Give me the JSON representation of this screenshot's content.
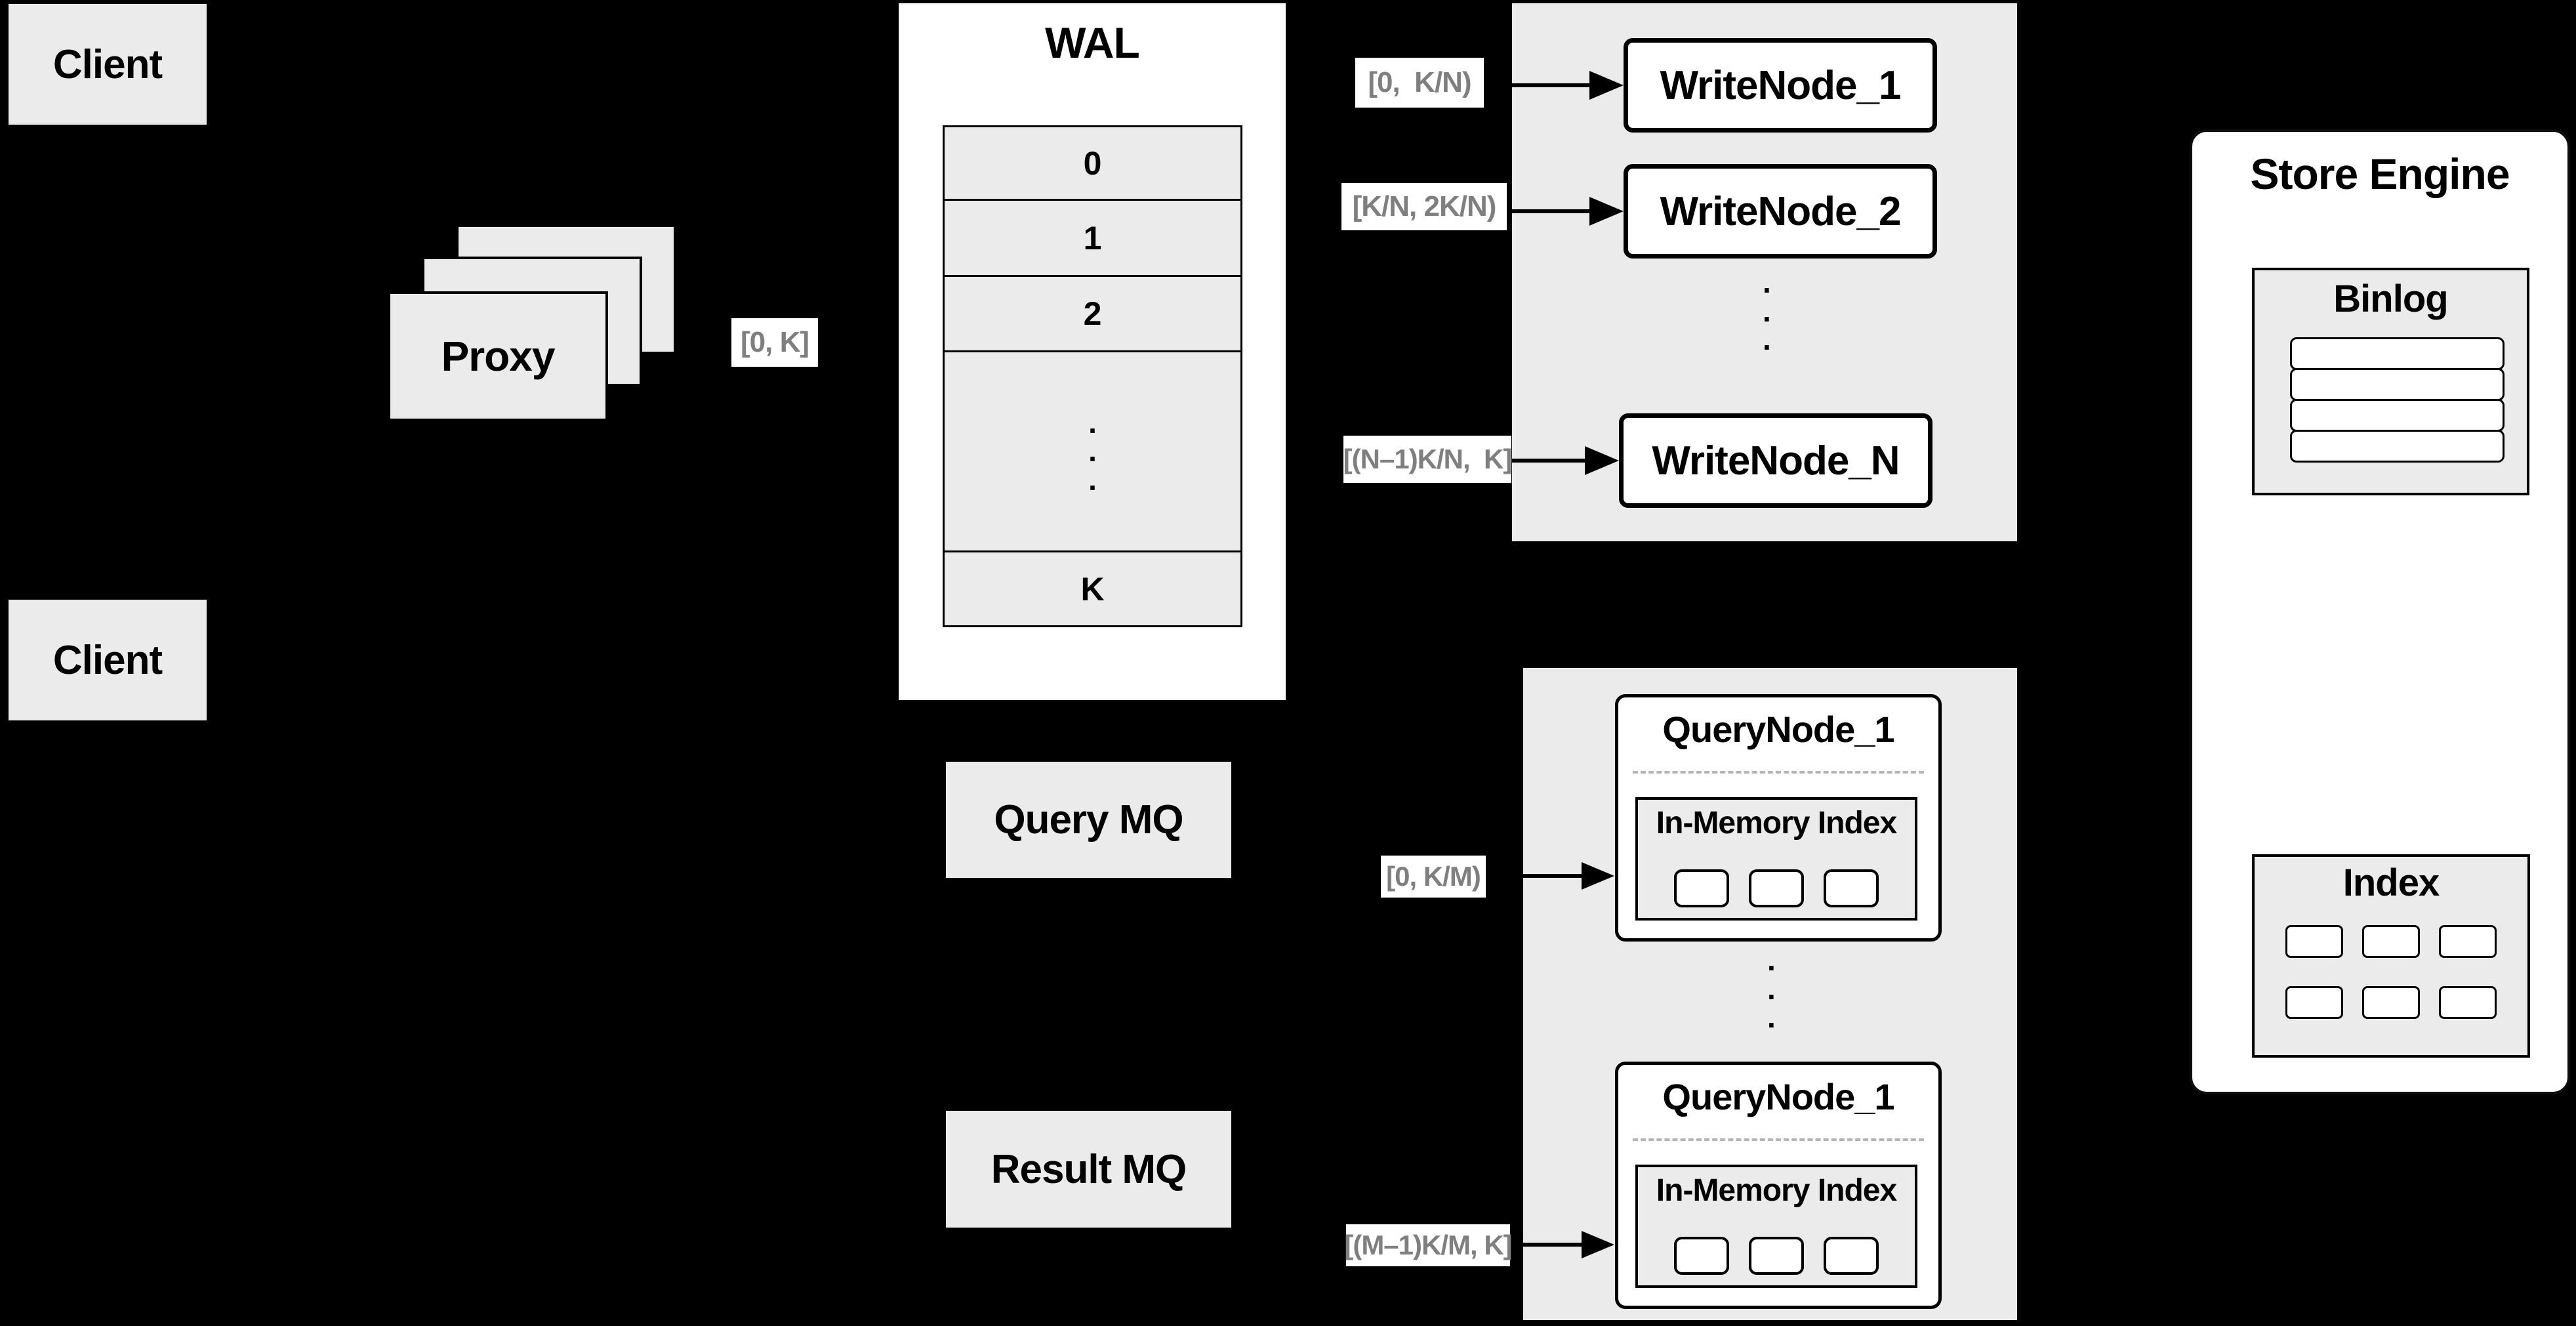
{
  "colors": {
    "background": "#000000",
    "panel_gray": "#ebebeb",
    "box_white": "#ffffff",
    "line_black": "#000000",
    "range_label_text": "#7f7f7f"
  },
  "clients": {
    "top_label": "Client",
    "bottom_label": "Client"
  },
  "proxy": {
    "label": "Proxy",
    "stack_count": 3
  },
  "edge_labels": {
    "proxy_to_wal": "[0, K]",
    "to_writenode_1": "[0,  K/N)",
    "to_writenode_2": "[K/N, 2K/N)",
    "to_writenode_n": "[(N–1)K/N,  K]",
    "to_querynode_1": "[0, K/M)",
    "to_querynode_m": "[(M–1)K/M, K]"
  },
  "wal": {
    "title": "WAL",
    "rows": [
      "0",
      "1",
      "2",
      "K"
    ],
    "dots": [
      ".",
      ".",
      "."
    ]
  },
  "write_nodes": {
    "items": [
      "WriteNode_1",
      "WriteNode_2",
      "WriteNode_N"
    ],
    "dots": [
      ".",
      ".",
      "."
    ]
  },
  "mq": {
    "query_label": "Query MQ",
    "result_label": "Result MQ"
  },
  "query_nodes": {
    "top": {
      "title": "QueryNode_1",
      "index_title": "In-Memory Index"
    },
    "bottom": {
      "title": "QueryNode_1",
      "index_title": "In-Memory Index"
    },
    "dots": [
      ".",
      ".",
      "."
    ]
  },
  "store_engine": {
    "title": "Store Engine",
    "binlog_title": "Binlog",
    "index_title": "Index"
  }
}
